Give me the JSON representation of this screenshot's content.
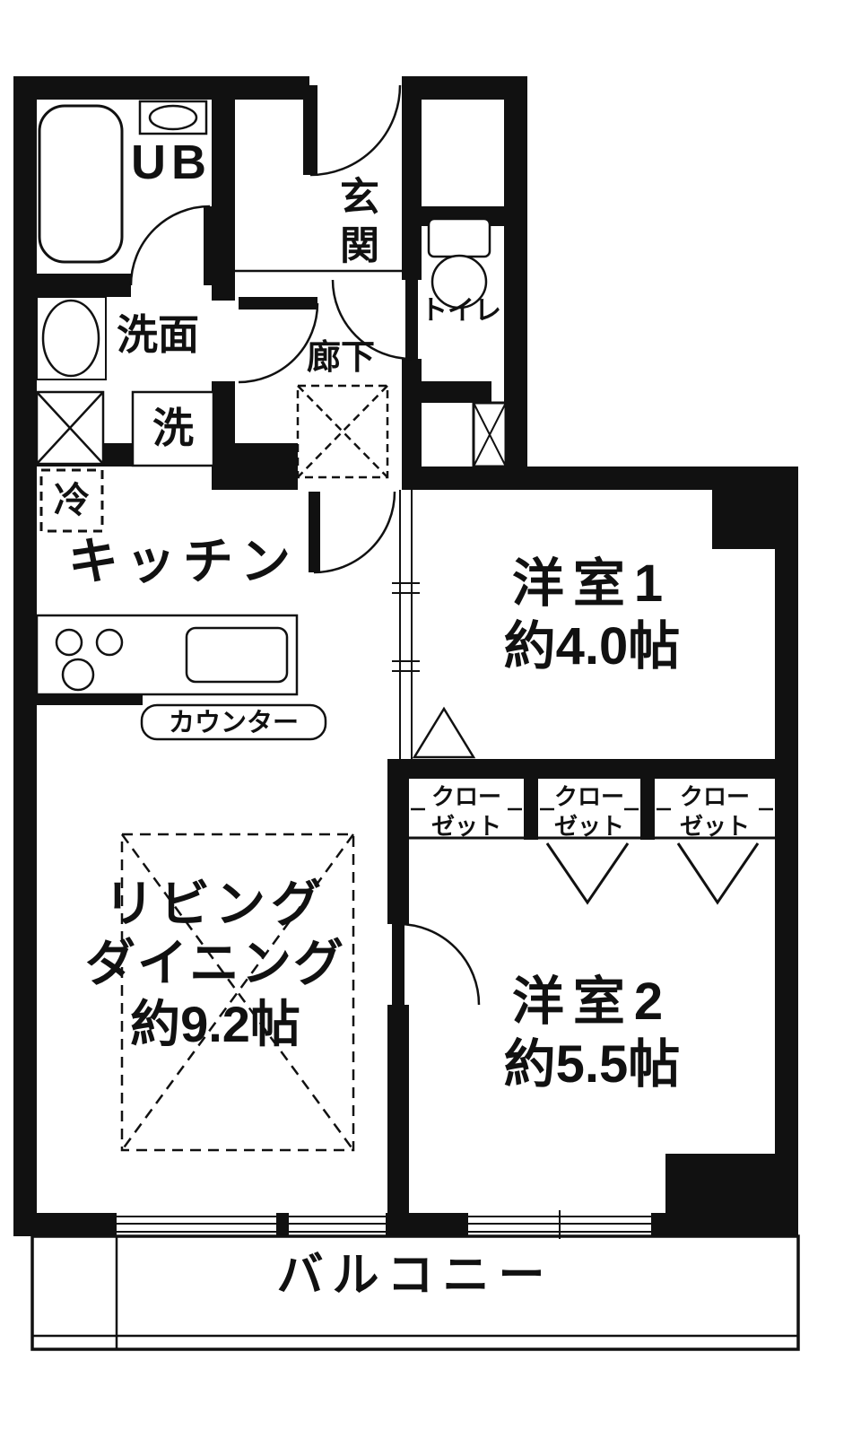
{
  "floorplan": {
    "unit_bath": "UB",
    "entrance": "玄関",
    "toilet": "トイレ",
    "washroom": "洗面",
    "washer": "洗",
    "corridor": "廊下",
    "refrigerator": "冷",
    "kitchen": "キッチン",
    "counter": "カウンター",
    "room1": {
      "name": "洋室1",
      "size": "約4.0帖"
    },
    "room2": {
      "name": "洋室2",
      "size": "約5.5帖"
    },
    "living": {
      "line1": "リビング",
      "line2": "ダイニング",
      "size": "約9.2帖"
    },
    "closets": [
      {
        "line1": "クロー",
        "line2": "ゼット"
      },
      {
        "line1": "クロー",
        "line2": "ゼット"
      },
      {
        "line1": "クロー",
        "line2": "ゼット"
      }
    ],
    "balcony": "バルコニー",
    "colors": {
      "wall": "#111111",
      "background": "#ffffff"
    }
  }
}
